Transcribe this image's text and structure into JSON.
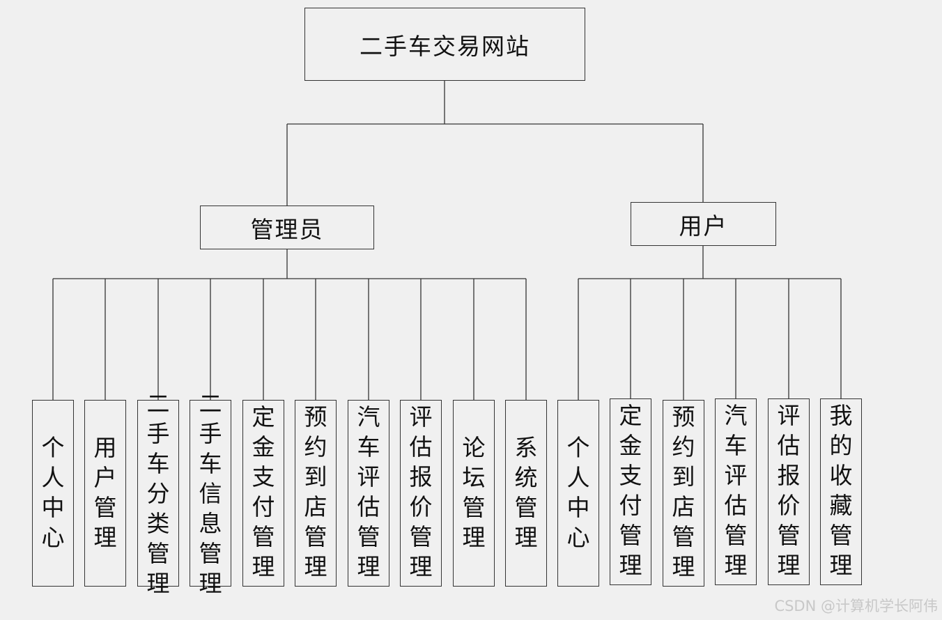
{
  "root": "二手车交易网站",
  "branches": [
    {
      "label": "管理员",
      "children": [
        "个人中心",
        "用户管理",
        "二手车分类管理",
        "二手车信息管理",
        "定金支付管理",
        "预约到店管理",
        "汽车评估管理",
        "评估报价管理",
        "论坛管理",
        "系统管理"
      ]
    },
    {
      "label": "用户",
      "children": [
        "个人中心",
        "定金支付管理",
        "预约到店管理",
        "汽车评估管理",
        "评估报价管理",
        "我的收藏管理"
      ]
    }
  ],
  "watermark": "CSDN @计算机学长阿伟"
}
